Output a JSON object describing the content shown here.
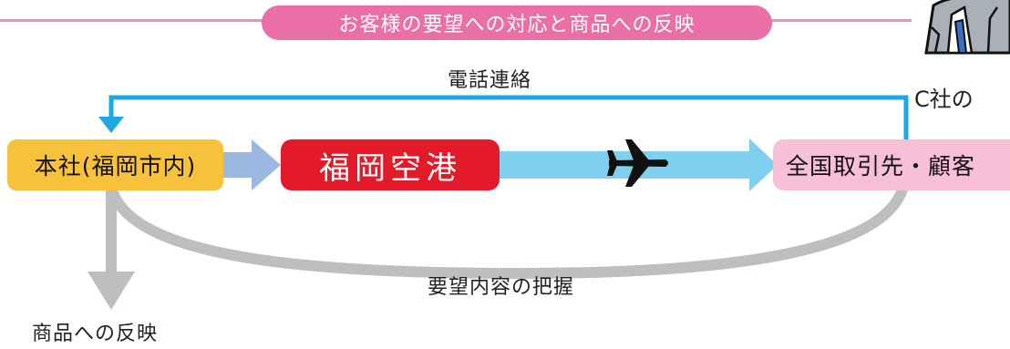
{
  "banner": {
    "text": "お客様の要望への対応と商品への反映"
  },
  "labels": {
    "phone_contact": "電話連絡",
    "demand_grasp": "要望内容の把握",
    "product_reflection": "商品への反映",
    "company_c": "C社の"
  },
  "boxes": {
    "headquarters": "本社(福岡市内)",
    "airport": "福岡空港",
    "clients": "全国取引先・顧客"
  },
  "icons": {
    "airplane": "airplane-icon",
    "person": "person-illustration"
  },
  "colors": {
    "banner_pink": "#ea6fa6",
    "banner_line": "#ee8fb9",
    "hq_yellow": "#f6c13b",
    "airport_red": "#e21a2a",
    "clients_pink": "#f7bfd8",
    "arrow_blue_light": "#9bb8e0",
    "arrow_cyan": "#7fd0ee",
    "phone_line_blue": "#1ea7e0",
    "gray_arrow": "#bcbec0"
  }
}
